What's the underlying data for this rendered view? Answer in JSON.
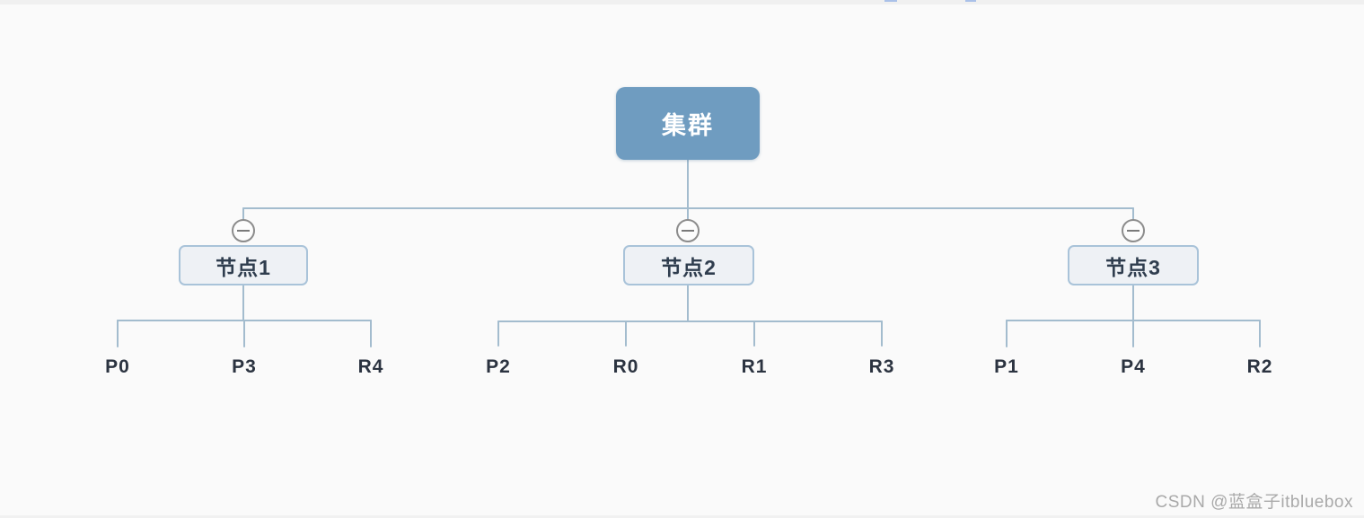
{
  "tree": {
    "root": {
      "label": "集群"
    },
    "nodes": [
      {
        "label": "节点1",
        "children": [
          "P0",
          "P3",
          "R4"
        ]
      },
      {
        "label": "节点2",
        "children": [
          "P2",
          "R0",
          "R1",
          "R3"
        ]
      },
      {
        "label": "节点3",
        "children": [
          "P1",
          "P4",
          "R2"
        ]
      }
    ]
  },
  "icons": {
    "collapse": "minus-circle"
  },
  "colors": {
    "background": "#fafafa",
    "root_fill": "#6f9cc0",
    "root_text": "#ffffff",
    "node_fill": "#eef1f5",
    "node_border": "#a9c3d9",
    "node_text": "#2f3d4e",
    "connector": "#a3bcce",
    "collapse_icon": "#8c8c8c",
    "leaf_text": "#2b3340",
    "watermark_text": "#a9a9a9"
  },
  "watermark": {
    "text": "CSDN @蓝盒子itbluebox"
  }
}
